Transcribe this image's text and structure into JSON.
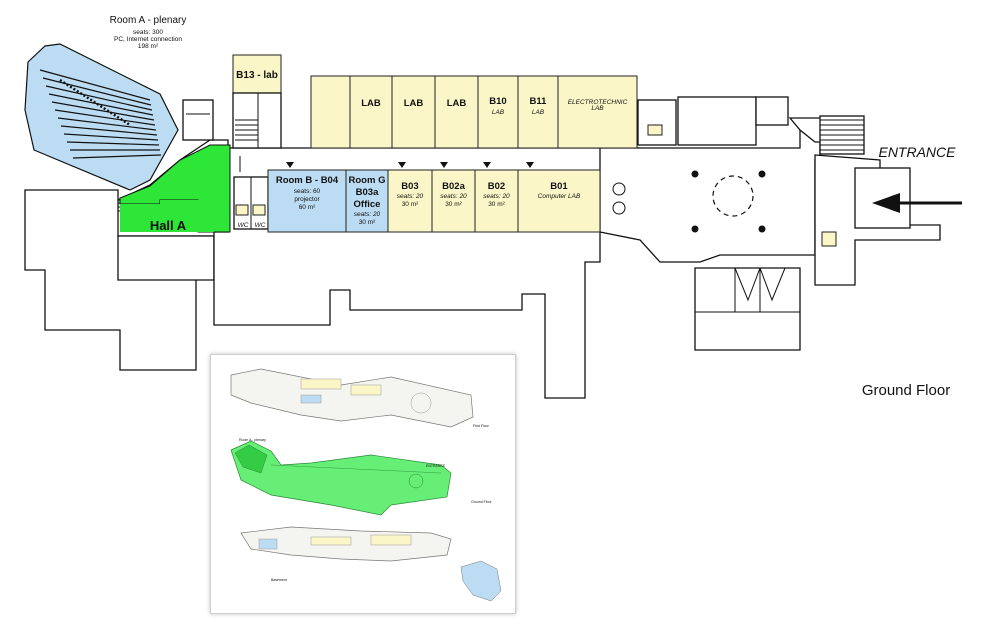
{
  "colors": {
    "lab_yellow": "#fbf6c8",
    "room_blue": "#bcdcf3",
    "hall_green": "#2ee638",
    "wall": "#111111",
    "thumb_green": "#66ee77"
  },
  "room_a": {
    "title": "Room A - plenary",
    "seats": "seats: 300",
    "equipment": "PC, Internet connection",
    "area": "198 m²"
  },
  "hall_a": {
    "label": "Hall A"
  },
  "b13": {
    "label": "B13 - lab"
  },
  "labs_top": [
    {
      "name": "LAB",
      "sub": ""
    },
    {
      "name": "LAB",
      "sub": ""
    },
    {
      "name": "LAB",
      "sub": ""
    },
    {
      "name": "B10",
      "sub": "LAB"
    },
    {
      "name": "B11",
      "sub": "LAB"
    },
    {
      "name": "ELECTROTECHNIC",
      "sub": "LAB"
    }
  ],
  "wc": {
    "label": "WC"
  },
  "room_b": {
    "title": "Room B - B04",
    "seats": "seats: 60",
    "equipment": "projector",
    "area": "60 m²"
  },
  "room_g": {
    "title1": "Room G",
    "title2": "B03a",
    "title3": "Office",
    "seats": "seats: 20",
    "area": "30 m²"
  },
  "rooms_bottom": [
    {
      "name": "B03",
      "seats": "seats: 20",
      "area": "30 m²"
    },
    {
      "name": "B02a",
      "seats": "seats: 20",
      "area": "30 m²"
    },
    {
      "name": "B02",
      "seats": "seats: 20",
      "area": "30 m²"
    }
  ],
  "b01": {
    "name": "B01",
    "sub": "Computer LAB"
  },
  "entrance": {
    "label": "ENTRANCE"
  },
  "floor_label": "Ground Floor",
  "thumbnail": {
    "first_floor": "First Floor",
    "ground_floor": "Ground Floor",
    "basement": "Basement",
    "entrance": "ENTRANCE",
    "room_a": "Room A - plenary"
  }
}
